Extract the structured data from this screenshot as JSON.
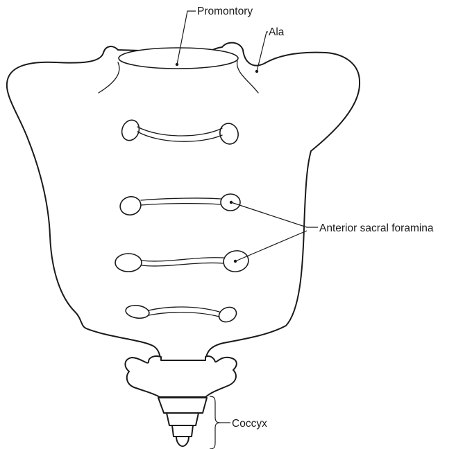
{
  "labels": {
    "promontory": "Promontory",
    "ala": "Ala",
    "anterior_sacral_foramina": "Anterior sacral foramina",
    "coccyx": "Coccyx"
  },
  "colors": {
    "stroke": "#1a1a1a",
    "background": "#ffffff"
  }
}
